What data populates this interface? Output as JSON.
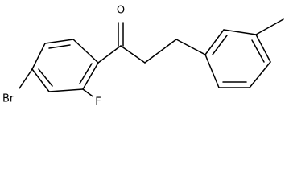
{
  "molecule": {
    "atoms": {
      "oxygen": "O",
      "bromine": "Br",
      "fluorine": "F"
    }
  }
}
